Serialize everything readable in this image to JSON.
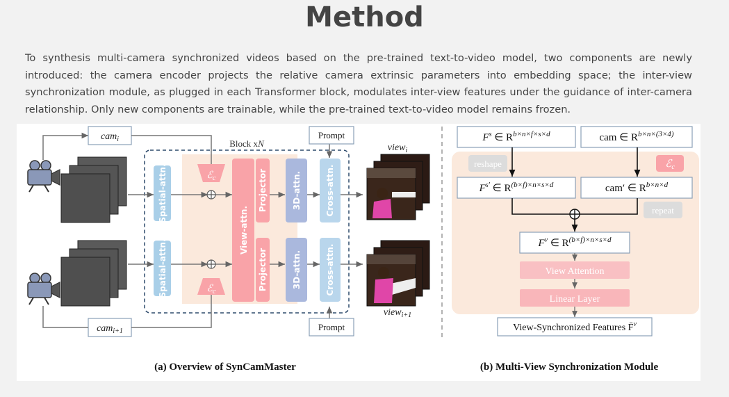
{
  "page": {
    "title": "Method",
    "paragraph": "To synthesis multi-camera synchronized videos based on the pre-trained text-to-video model, two components are newly introduced: the camera encoder projects the relative camera extrinsic parameters into embedding space; the inter-view synchronization module, as plugged in each Transformer block, modulates inter-view features under the guidance of inter-camera relationship. Only new components are trainable, while the pre-trained text-to-video model remains frozen."
  },
  "figure_a": {
    "caption": "(a) Overview of SynCamMaster",
    "block_label": "Block x",
    "block_n": "N",
    "cam_top": "cam",
    "cam_top_sub": "i",
    "cam_bottom": "cam",
    "cam_bottom_sub": "i+1",
    "prompt_top": "Prompt",
    "prompt_bottom": "Prompt",
    "view_top": "view",
    "view_top_sub": "i",
    "view_bottom": "view",
    "view_bottom_sub": "i+1",
    "spatial_attn": "Spatial-attn.",
    "view_attn": "View-attn.",
    "projector": "Projector",
    "attn_3d": "3D-attn.",
    "cross_attn": "Cross-attn.",
    "encoder": "ℰ",
    "encoder_sub": "c"
  },
  "figure_b": {
    "caption": "(b) Multi-View Synchronization Module",
    "fs_box": "F",
    "fs_sup": "s",
    "fs_rest": " ∈ R",
    "fs_dims": "b×n×f×s×d",
    "cam_box": "cam ∈ R",
    "cam_dims": "b×n×(3×4)",
    "reshape": "reshape",
    "encoder": "ℰ",
    "encoder_sub": "c",
    "fsp_box": "F",
    "fsp_sup": "s′",
    "fsp_rest": " ∈ R",
    "fsp_dims": "(b×f)×n×s×d",
    "camp_box": "cam′ ∈ R",
    "camp_dims": "b×n×d",
    "repeat": "repeat",
    "fv_box": "F",
    "fv_sup": "v",
    "fv_rest": " ∈ R",
    "fv_dims": "(b×f)×n×s×d",
    "view_attention": "View Attention",
    "linear_layer": "Linear Layer",
    "output": "View-Synchronized Features F̄",
    "output_sup": "v"
  },
  "colors": {
    "background": "#f2f2f2",
    "peach_region": "#fbe9dc",
    "pink_block": "#f9a3a8",
    "light_pink": "#f9c0c3",
    "spatial_blue": "#a9cfe8",
    "purple_3d": "#aab8dd",
    "gray_label": "#dcdcdc",
    "dashed_border": "#2d4a6b"
  }
}
